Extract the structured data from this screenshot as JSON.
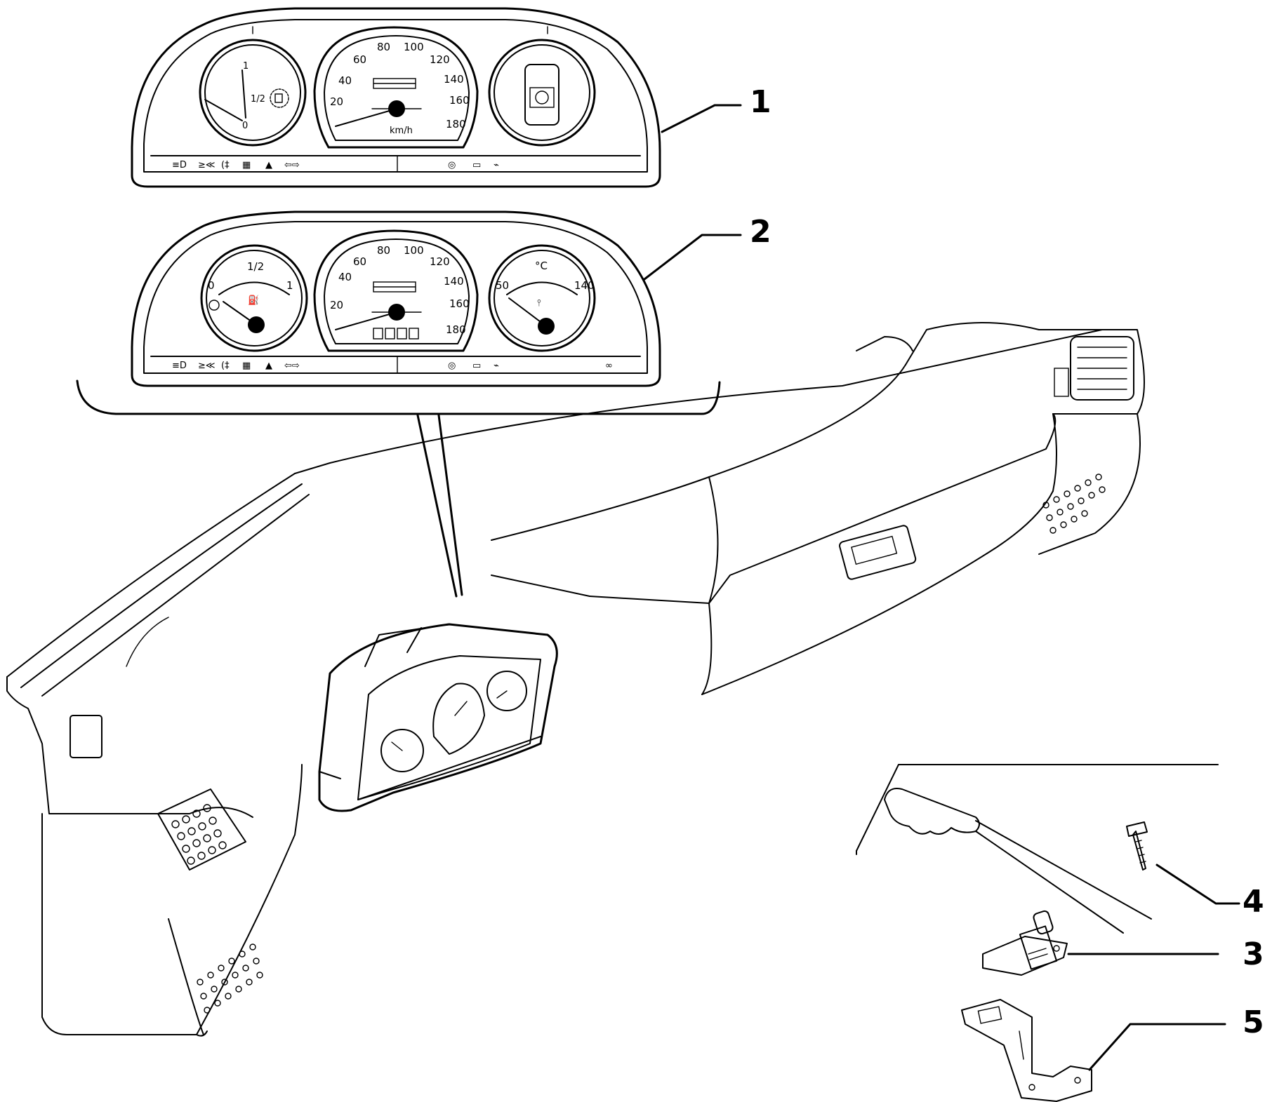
{
  "callouts": {
    "c1": "1",
    "c2": "2",
    "c3": "3",
    "c4": "4",
    "c5": "5"
  },
  "cluster1": {
    "fuel_gauge_labels": [
      "1",
      "1/2",
      "0"
    ],
    "speed_labels": [
      "20",
      "40",
      "60",
      "80",
      "100",
      "120",
      "140",
      "160",
      "180"
    ],
    "unit": "km/h"
  },
  "cluster2": {
    "fuel_gauge_labels": [
      "0",
      "1/2",
      "1"
    ],
    "speed_labels": [
      "20",
      "40",
      "60",
      "80",
      "100",
      "120",
      "140",
      "160",
      "180"
    ],
    "temp_gauge_labels": [
      "50",
      "°C",
      "140"
    ]
  },
  "icons": [
    "headlight-icon",
    "fog-light-icon",
    "rear-fog-icon",
    "heated-screen-icon",
    "hazard-icon",
    "turn-signal-icon",
    "brake-warning-icon",
    "battery-icon",
    "oil-pressure-icon",
    "glow-plug-icon",
    "fuel-pump-icon",
    "car-door-icon",
    "coolant-icon"
  ]
}
